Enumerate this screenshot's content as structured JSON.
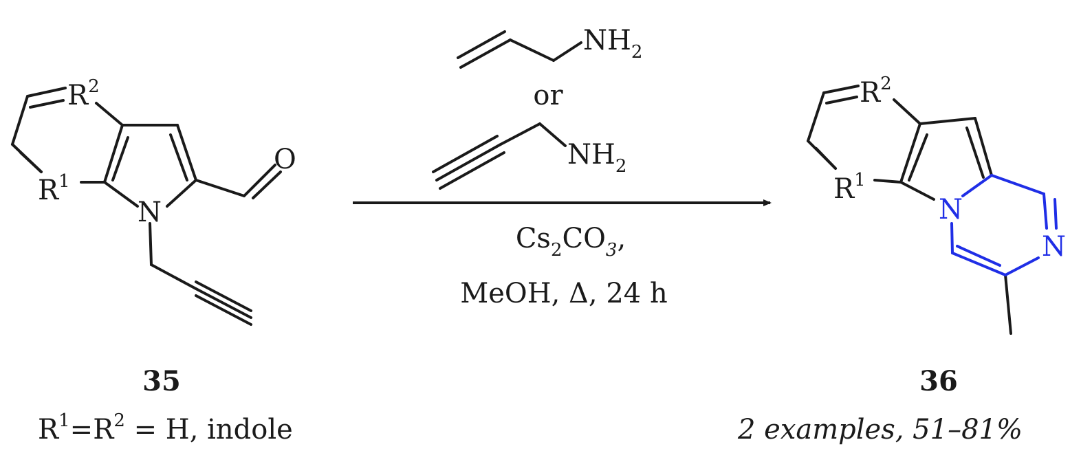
{
  "colors": {
    "ink": "#1a1a1a",
    "highlight": "#1f2ee6",
    "background": "#ffffff"
  },
  "reactant": {
    "number": "35",
    "r_label": "R",
    "r1_sup": "1",
    "r2_sup": "2",
    "n_label": "N",
    "o_label": "O",
    "footnote_pre": "R",
    "footnote_sup1": "1",
    "footnote_mid": "=R",
    "footnote_sup2": "2",
    "footnote_post": " = H, indole"
  },
  "reagents": {
    "amine_label": "NH",
    "amine_sub": "2",
    "or": "or",
    "base_pre": "Cs",
    "base_sub1": "2",
    "base_mid": "CO",
    "base_sub2": "3",
    "base_post": ",",
    "conditions": "MeOH, Δ, 24 h"
  },
  "product": {
    "number": "36",
    "r_label": "R",
    "r1_sup": "1",
    "r2_sup": "2",
    "n1_label": "N",
    "n2_label": "N",
    "caption": "2 examples, 51–81%"
  }
}
